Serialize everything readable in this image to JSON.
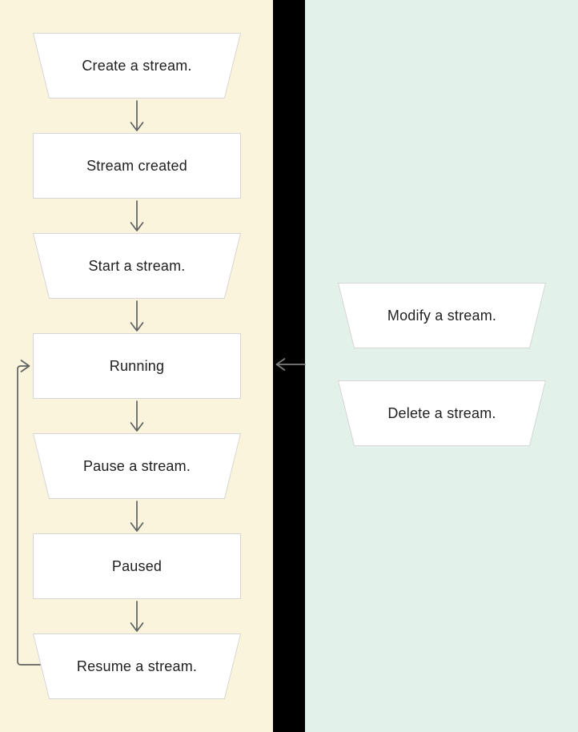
{
  "diagram": {
    "title": "Stream lifecycle flowchart",
    "colors": {
      "lifecycle_panel_bg": "#fbf4dc",
      "actions_panel_bg": "#e2f1e9",
      "divider_bg": "#000000",
      "node_fill": "#ffffff",
      "node_border": "#d6d6d6",
      "arrow": "#5f6161",
      "divider_arrow": "#7d7d7d",
      "text": "#212121"
    }
  },
  "flow": {
    "nodes": [
      {
        "label": "Create a stream.",
        "shape": "trapezoid",
        "kind": "action"
      },
      {
        "label": "Stream created",
        "shape": "rectangle",
        "kind": "state"
      },
      {
        "label": "Start a stream.",
        "shape": "trapezoid",
        "kind": "action"
      },
      {
        "label": "Running",
        "shape": "rectangle",
        "kind": "state"
      },
      {
        "label": "Pause a stream.",
        "shape": "trapezoid",
        "kind": "action"
      },
      {
        "label": "Paused",
        "shape": "rectangle",
        "kind": "state"
      },
      {
        "label": "Resume a stream.",
        "shape": "trapezoid",
        "kind": "action"
      }
    ],
    "loop": "Resume a stream. returns to Running"
  },
  "side_actions": {
    "nodes": [
      {
        "label": "Modify a stream.",
        "shape": "trapezoid",
        "kind": "action"
      },
      {
        "label": "Delete a stream.",
        "shape": "trapezoid",
        "kind": "action"
      }
    ]
  }
}
